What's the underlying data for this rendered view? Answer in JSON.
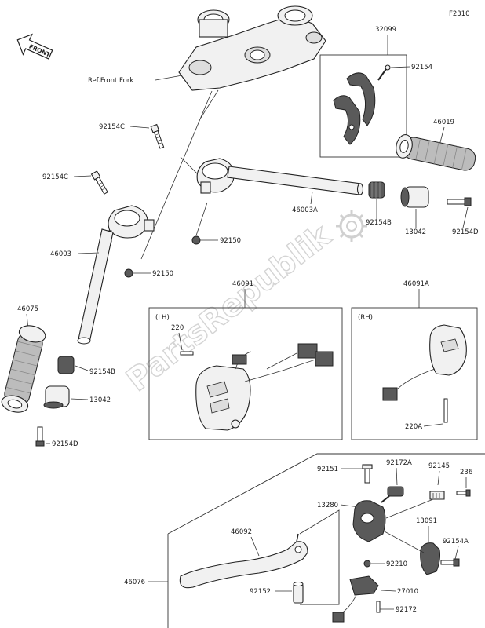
{
  "figure_code": "F2310",
  "front_arrow": "FRONT",
  "ref_label": "Ref.Front Fork",
  "watermark": "PartsRepublik",
  "boxes": {
    "lh": "(LH)",
    "rh": "(RH)"
  },
  "labels": {
    "p32099": "32099",
    "p92154_top": "92154",
    "p46019": "46019",
    "p92154C_a": "92154C",
    "p92154C_b": "92154C",
    "p46003A": "46003A",
    "p92154B_r": "92154B",
    "p13042_r": "13042",
    "p92154D_r": "92154D",
    "p92150_a": "92150",
    "p92150_b": "92150",
    "p46003": "46003",
    "p46091": "46091",
    "p46091A": "46091A",
    "p220": "220",
    "p46075": "46075",
    "p92154B_l": "92154B",
    "p13042_l": "13042",
    "p92154D_l": "92154D",
    "p220A": "220A",
    "p92151": "92151",
    "p92172A": "92172A",
    "p92145": "92145",
    "p236": "236",
    "p13280": "13280",
    "p13091": "13091",
    "p46092": "46092",
    "p92154A": "92154A",
    "p46076": "46076",
    "p92210": "92210",
    "p92152": "92152",
    "p27010": "27010",
    "p92172": "92172"
  }
}
